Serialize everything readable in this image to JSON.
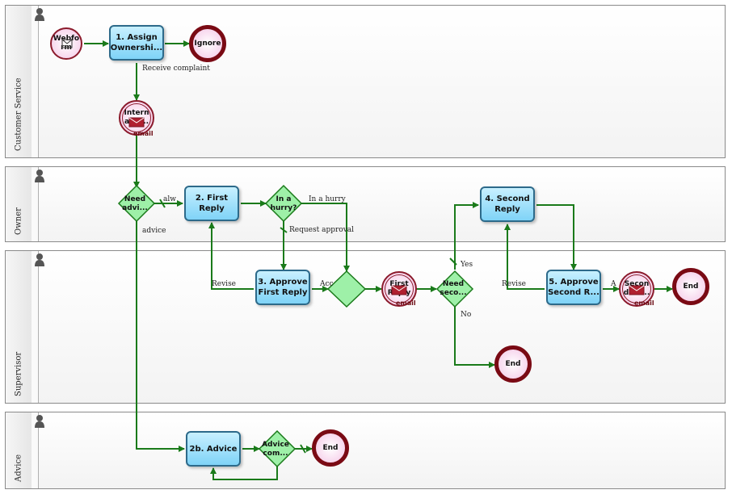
{
  "lanes": {
    "customer_service": "Customer Service",
    "owner": "Owner",
    "supervisor": "Supervisor",
    "advice": "Advice"
  },
  "tasks": {
    "assign": "1. Assign Ownershi...",
    "first_reply": "2. First Reply",
    "approve_first": "3. Approve First Reply",
    "second_reply": "4. Second Reply",
    "approve_second": "5. Approve Second R...",
    "advice": "2b. Advice"
  },
  "events": {
    "webform": "Webfo rm",
    "ignore": "Ignore",
    "internal": "Intern al N...",
    "first_reply_email": "First Reply",
    "second_reply_email": "Secon d'Re...",
    "end_owner": "End",
    "end_supervisor": "End",
    "end_advice": "End",
    "email_tag": "email"
  },
  "gateways": {
    "need_advice": "Need advi...",
    "in_hurry": "In a hurry?",
    "need_second": "Need seco...",
    "advice_complete": "Advice com..."
  },
  "flow_labels": {
    "receive_complaint": "Receive complaint",
    "always": "alw",
    "advice": "advice",
    "in_a_hurry": "In a hurry",
    "request_approval": "Request approval",
    "revise_1": "Revise",
    "acc": "Acc",
    "yes": "Yes",
    "no": "No",
    "revise_2": "Revise",
    "a": "A"
  },
  "colors": {
    "task_border": "#2d6a8a",
    "event_border": "#8b1a2b",
    "flow": "#1a7a1a",
    "gateway_fill": "#9ef0a8"
  }
}
